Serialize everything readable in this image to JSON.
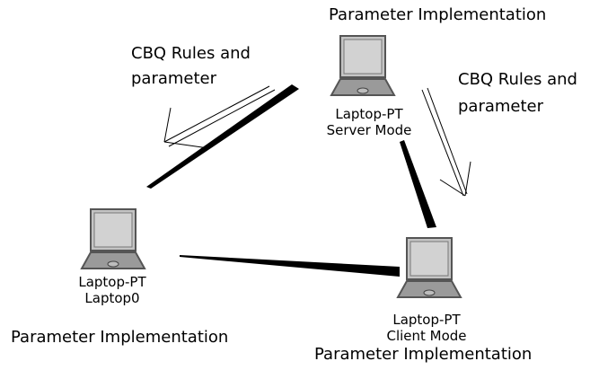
{
  "nodes": {
    "server": {
      "model": "Laptop-PT",
      "name": "Server Mode",
      "icon": "laptop-icon"
    },
    "laptop0": {
      "model": "Laptop-PT",
      "name": "Laptop0",
      "icon": "laptop-icon"
    },
    "client": {
      "model": "Laptop-PT",
      "name": "Client Mode",
      "icon": "laptop-icon"
    }
  },
  "annotations": {
    "server_param": "Parameter Implementation",
    "laptop0_param": "Parameter Implementation",
    "client_param": "Parameter Implementation",
    "cbq_left_line1": "CBQ Rules and",
    "cbq_left_line2": "parameter",
    "cbq_right_line1": "CBQ Rules and",
    "cbq_right_line2": "parameter"
  },
  "colors": {
    "link": "#000000",
    "laptop_screen": "#c4c4c4",
    "laptop_body": "#9a9a9a",
    "laptop_outline": "#555555"
  }
}
